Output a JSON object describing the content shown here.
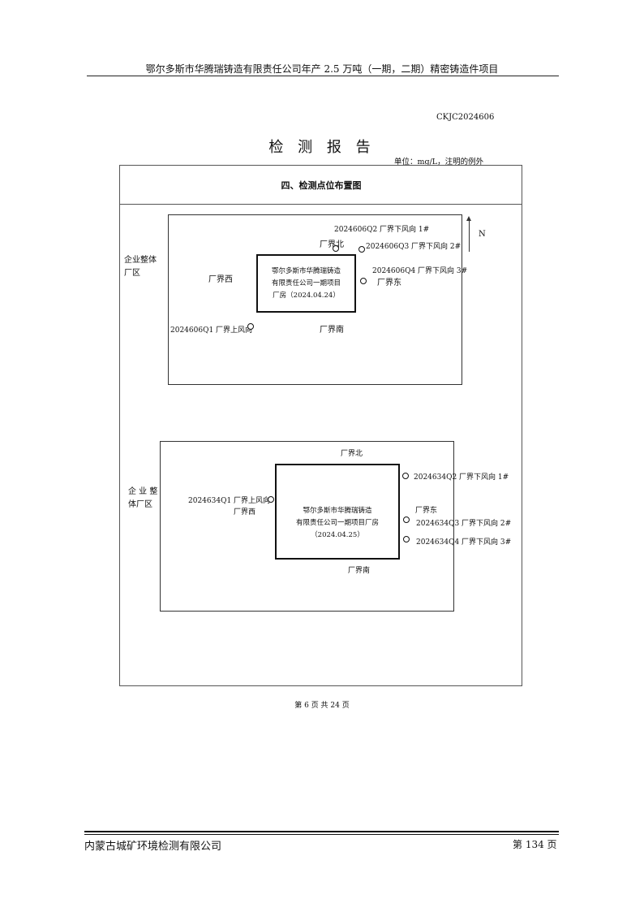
{
  "header": {
    "title": "鄂尔多斯市华腾瑞铸造有限责任公司年产 2.5 万吨（一期，二期）精密铸造件项目"
  },
  "report": {
    "code": "CKJC2024606",
    "title": "检 测 报 告",
    "unit": "单位：mg/L，注明的例外",
    "section_title": "四、检测点位布置图"
  },
  "north": "N",
  "map1": {
    "area_label": "企业整体\n厂区",
    "building": "鄂尔多斯市华腾瑞铸造\n有限责任公司一期项目\n厂房（2024.04.24）",
    "east": "厂界东",
    "west": "厂界西",
    "south": "厂界南",
    "north": "厂界北",
    "points": {
      "q1": "2024606Q1 厂界上风向",
      "q2": "2024606Q2 厂界下风向 1#",
      "q3": "2024606Q3 厂界下风向 2#",
      "q4": "2024606Q4 厂界下风向 3#"
    }
  },
  "map2": {
    "area_label": "企 业 整\n体厂区",
    "building": "鄂尔多斯市华腾瑞铸造\n有限责任公司一期项目厂房\n（2024.04.25）",
    "east": "厂界东",
    "west": "厂界西",
    "south": "厂界南",
    "north": "厂界北",
    "points": {
      "q1": "2024634Q1 厂界上风向",
      "q2": "2024634Q2 厂界下风向 1#",
      "q3": "2024634Q3 厂界下风向 2#",
      "q4": "2024634Q4 厂界下风向 3#"
    }
  },
  "page_number": "第 6 页 共 24 页",
  "footer": {
    "company": "内蒙古城矿环境检测有限公司",
    "page": "第 134 页"
  }
}
